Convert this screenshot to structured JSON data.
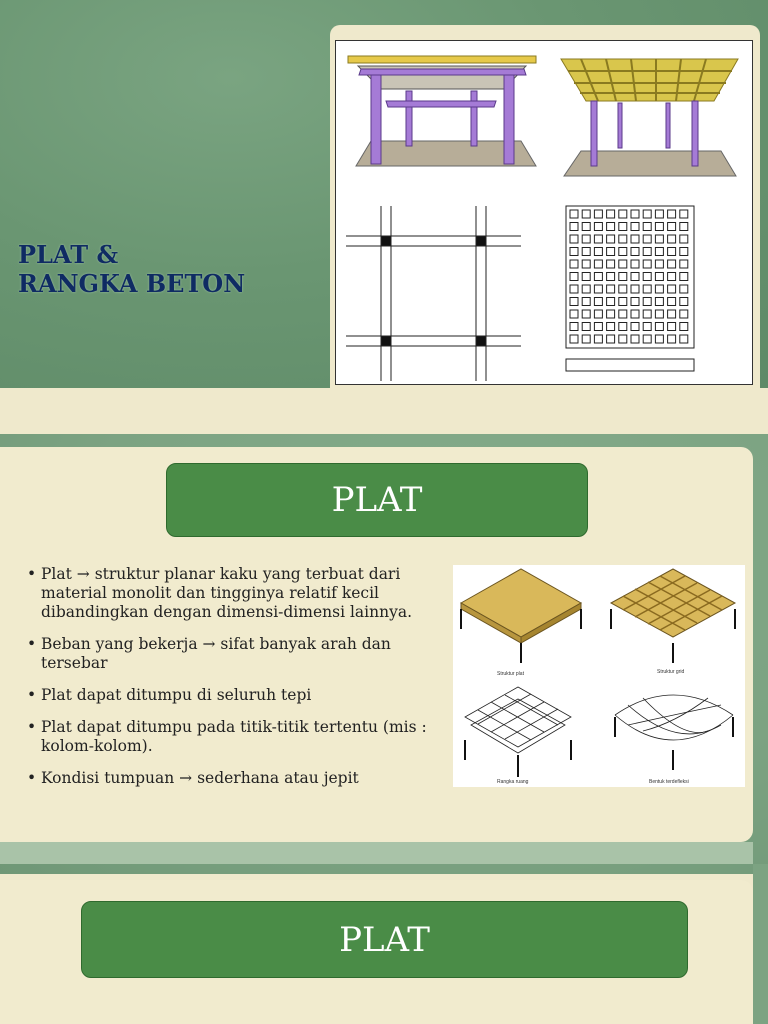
{
  "slide1": {
    "title_line1": "PLAT &",
    "title_line2": "RANGKA BETON"
  },
  "slide2": {
    "title": "PLAT",
    "bullets": [
      "Plat → struktur planar kaku yang terbuat dari material monolit dan tingginya relatif kecil dibandingkan dengan dimensi-dimensi lainnya.",
      "Beban yang bekerja → sifat banyak arah dan tersebar",
      "Plat dapat ditumpu di seluruh tepi",
      "Plat dapat ditumpu pada titik-titik tertentu (mis : kolom-kolom).",
      "Kondisi tumpuan → sederhana atau jepit"
    ],
    "figure_captions": [
      "Struktur plat",
      "Struktur grid",
      "Rangka ruang",
      "Bentuk terdefleksi"
    ]
  },
  "slide3": {
    "title": "PLAT"
  }
}
